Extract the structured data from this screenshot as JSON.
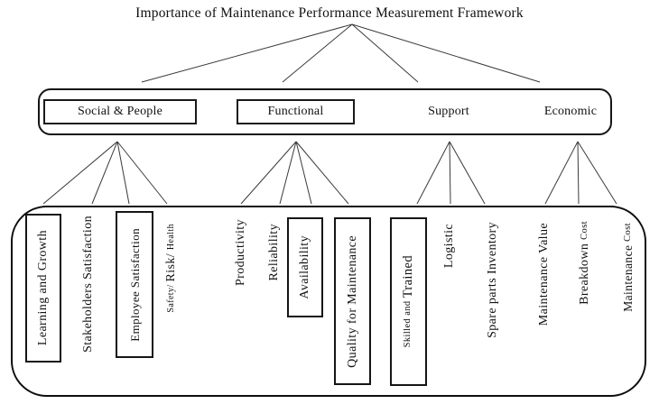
{
  "title": "Importance of Maintenance Performance Measurement Framework",
  "categories": [
    {
      "label": "Social & People",
      "boxed": true
    },
    {
      "label": "Functional",
      "boxed": true
    },
    {
      "label": "Support",
      "boxed": false
    },
    {
      "label": "Economic",
      "boxed": false
    }
  ],
  "measures": [
    {
      "group": "Social & People",
      "label": "Learning and Growth",
      "boxed": true
    },
    {
      "group": "Social & People",
      "label": "Stakeholders Satisfaction",
      "boxed": false
    },
    {
      "group": "Social & People",
      "label": "Employee Satisfaction",
      "boxed": true
    },
    {
      "group": "Social & People",
      "boxed": false,
      "seg1": "Safety/ ",
      "seg2": "Risk/ ",
      "seg3": "Health"
    },
    {
      "group": "Functional",
      "label": "Productivity",
      "boxed": false
    },
    {
      "group": "Functional",
      "label": "Reliability",
      "boxed": false
    },
    {
      "group": "Functional",
      "label": "Availability",
      "boxed": true
    },
    {
      "group": "Functional",
      "label": "Quality for Maintenance",
      "boxed": true
    },
    {
      "group": "Support",
      "boxed": true,
      "seg1": "Skilled and ",
      "seg2": "Trained"
    },
    {
      "group": "Support",
      "label": "Logistic",
      "boxed": false
    },
    {
      "group": "Support",
      "label": "Spare parts Inventory",
      "boxed": false
    },
    {
      "group": "Economic",
      "label": "Maintenance Value",
      "boxed": false
    },
    {
      "group": "Economic",
      "boxed": false,
      "seg1": "Breakdown ",
      "seg2": "Cost"
    },
    {
      "group": "Economic",
      "boxed": false,
      "seg1": "Maintenance ",
      "seg2": "Cost"
    }
  ],
  "colors": {
    "background": "#ffffff",
    "text": "#111111",
    "border": "#151515",
    "connector": "#3a3a3a"
  }
}
